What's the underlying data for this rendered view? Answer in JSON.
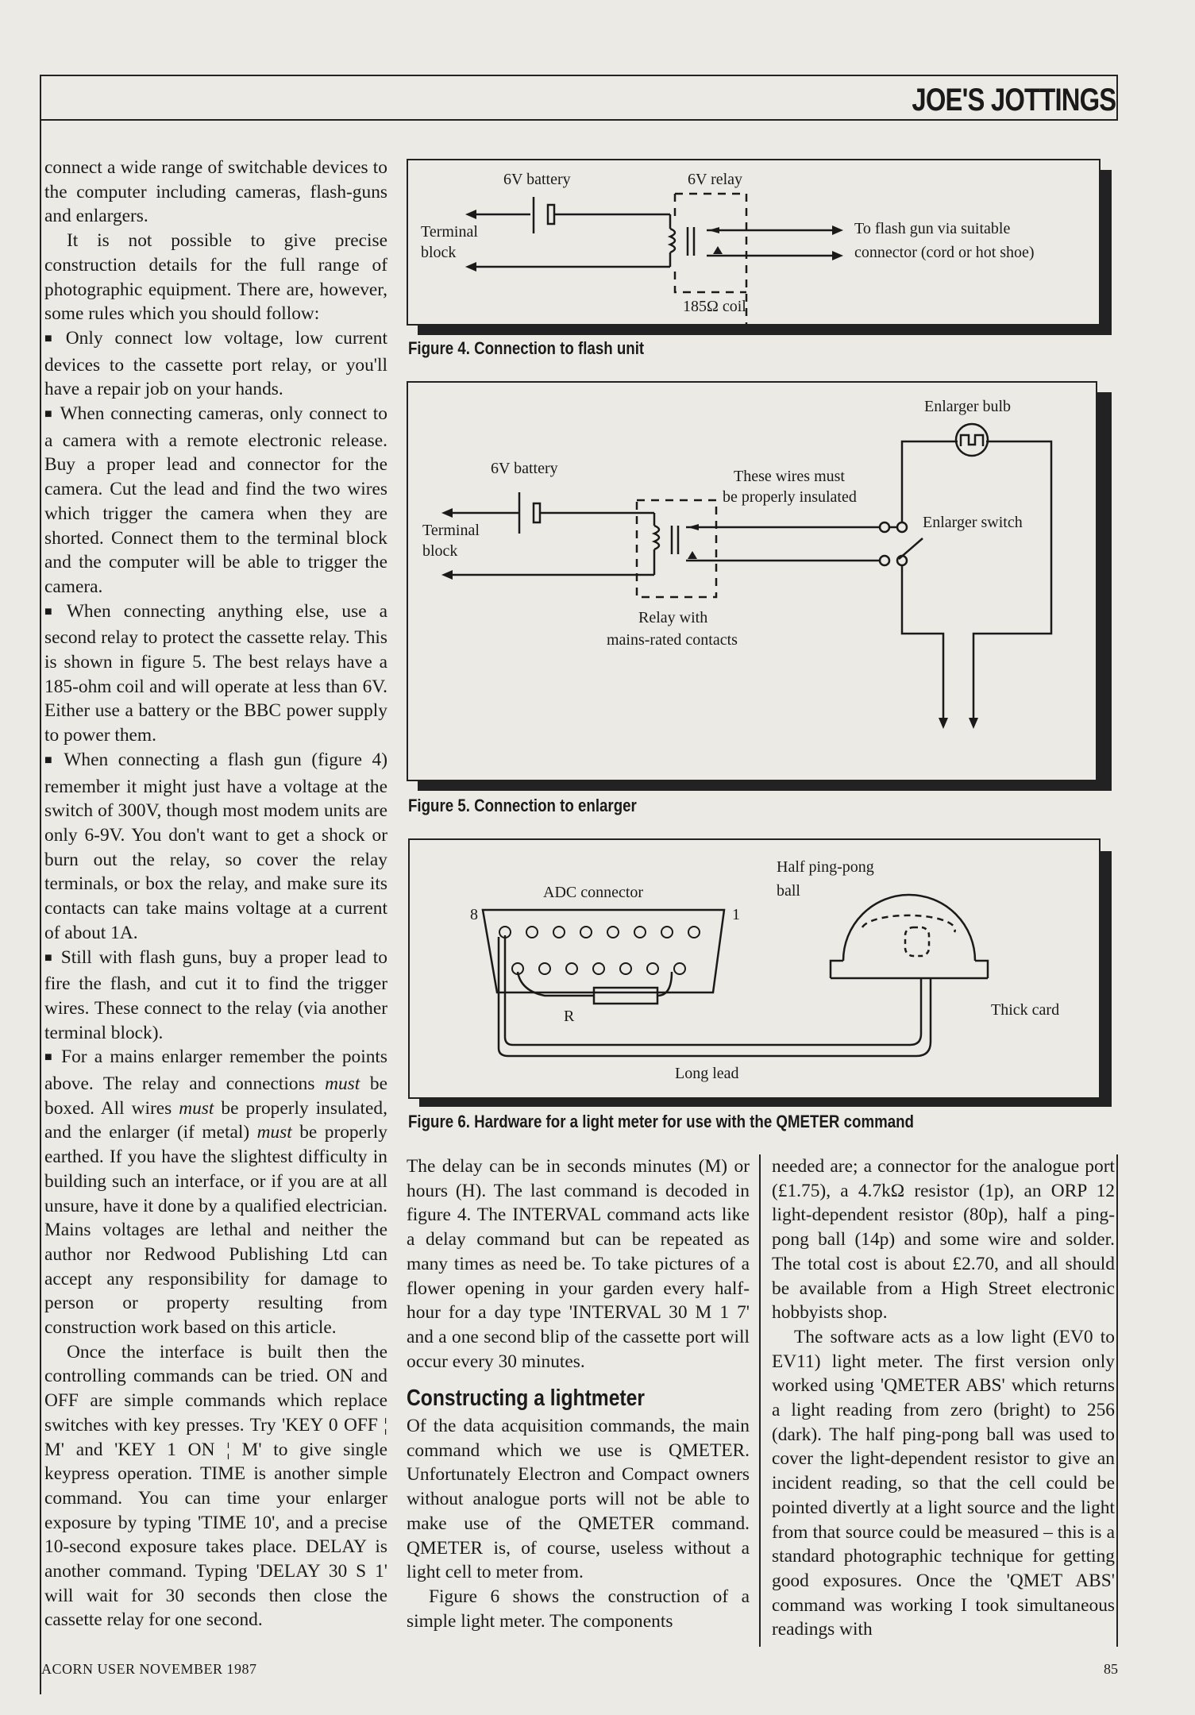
{
  "header": {
    "title": "JOE'S JOTTINGS"
  },
  "footer": {
    "left": "ACORN USER NOVEMBER 1987",
    "page": "85"
  },
  "col1": {
    "p1": "connect a wide range of switchable devices to the computer including cameras, flash-guns and enlargers.",
    "p2": "It is not possible to give precise construction details for the full range of photographic equipment. There are, however, some rules which you should follow:",
    "b1": "Only connect low voltage, low current devices to the cassette port relay, or you'll have a repair job on your hands.",
    "b2": "When connecting cameras, only connect to a camera with a remote electronic release. Buy a proper lead and connector for the camera. Cut the lead and find the two wires which trigger the camera when they are shorted. Connect them to the terminal block and the computer will be able to trigger the camera.",
    "b3": "When connecting anything else, use a second relay to protect the cassette relay. This is shown in figure 5. The best relays have a 185-ohm coil and will operate at less than 6V. Either use a battery or the BBC power supply to power them.",
    "b4": "When connecting a flash gun (figure 4) remember it might just have a voltage at the switch of 300V, though most modem units are only 6-9V. You don't want to get a shock or burn out the relay, so cover the relay terminals, or box the relay, and make sure its contacts can take mains voltage at a current of about 1A.",
    "b5": "Still with flash guns, buy a proper lead to fire the flash, and cut it to find the trigger wires. These connect to the relay (via another terminal block).",
    "b6a": "For a mains enlarger remember the points above. The relay and connections",
    "b6must1": "must",
    "b6b": "be boxed. All wires",
    "b6must2": "must",
    "b6c": "be properly insulated, and the enlarger (if metal)",
    "b6must3": "must",
    "b6d": "be properly earthed. If you have the slightest difficulty in building such an interface, or if you are at all unsure, have it done by a qualified electrician. Mains voltages are lethal and neither the author nor Redwood Publishing Ltd can accept any responsibility for damage to person or property resulting from construction work based on this article.",
    "p3": "Once the interface is built then the controlling commands can be tried. ON and OFF are simple commands which replace switches with key presses. Try 'KEY 0 OFF ¦ M' and 'KEY 1 ON ¦ M' to give single keypress operation. TIME is another simple command. You can time your enlarger exposure by typing 'TIME 10', and a precise 10-second exposure takes place. DELAY is another command. Typing 'DELAY 30 S 1' will wait for 30 seconds then close the cassette relay for one second."
  },
  "col2": {
    "p1": "The delay can be in seconds minutes (M) or hours (H). The last command is decoded in figure 4. The INTERVAL command acts like a delay command but can be repeated as many times as need be. To take pictures of a flower opening in your garden every half-hour for a day type 'INTERVAL 30 M 1 7' and a one second blip of the cassette port will occur every 30 minutes.",
    "heading": "Constructing a lightmeter",
    "p2": "Of the data acquisition commands, the main command which we use is QMETER. Unfortunately Electron and Compact owners without analogue ports will not be able to make use of the QMETER command. QMETER is, of course, useless without a light cell to meter from.",
    "p3": "Figure 6 shows the construction of a simple light meter. The components"
  },
  "col3": {
    "p1": "needed are; a connector for the analogue port (£1.75), a 4.7kΩ resistor (1p), an ORP 12 light-dependent resistor (80p), half a ping-pong ball (14p) and some wire and solder. The total cost is about £2.70, and all should be available from a High Street electronic hobbyists shop.",
    "p2": "The software acts as a low light (EV0 to EV11) light meter. The first version only worked using 'QMETER ABS' which returns a light reading from zero (bright) to 256 (dark). The half ping-pong ball was used to cover the light-dependent resistor to give an incident reading, so that the cell could be pointed divertly at a light source and the light from that source could be measured – this is a standard photographic technique for getting good exposures. Once the 'QMET ABS' command was working I took simultaneous readings with"
  },
  "fig4": {
    "caption": "Figure 4. Connection to flash unit",
    "battery": "6V battery",
    "relay": "6V relay",
    "terminal1": "Terminal",
    "terminal2": "block",
    "coil": "185Ω coil",
    "to1": "To flash gun via suitable",
    "to2": "connector (cord or hot shoe)"
  },
  "fig5": {
    "caption": "Figure 5. Connection to enlarger",
    "bulb": "Enlarger bulb",
    "battery": "6V battery",
    "wires1": "These wires must",
    "wires2": "be properly insulated",
    "switch": "Enlarger switch",
    "terminal1": "Terminal",
    "terminal2": "block",
    "relay1": "Relay with",
    "relay2": "mains-rated contacts"
  },
  "fig6": {
    "caption": "Figure 6. Hardware for a light meter for use with the QMETER command",
    "adc": "ADC connector",
    "pin8": "8",
    "pin1": "1",
    "ball1": "Half ping-pong",
    "ball2": "ball",
    "card": "Thick card",
    "r": "R",
    "lead": "Long lead"
  }
}
